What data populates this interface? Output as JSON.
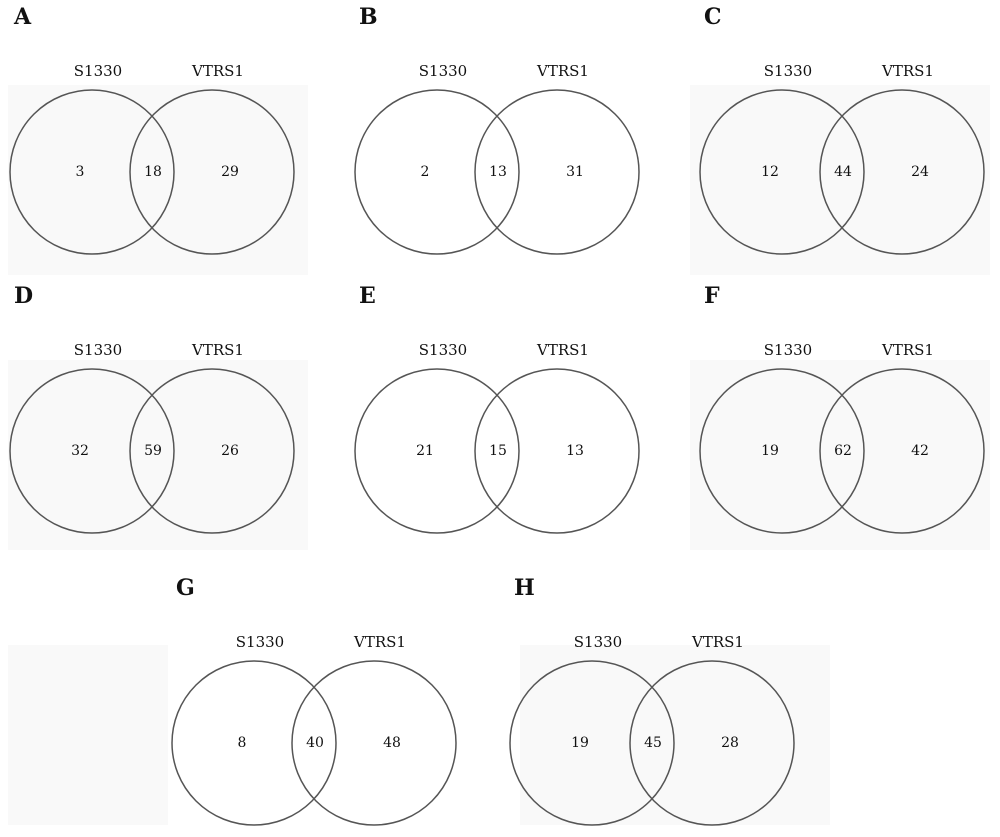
{
  "set_labels": {
    "left": "S1330",
    "right": "VTRS1"
  },
  "panels": [
    {
      "letter": "A",
      "left_only": "3",
      "overlap": "18",
      "right_only": "29"
    },
    {
      "letter": "B",
      "left_only": "2",
      "overlap": "13",
      "right_only": "31"
    },
    {
      "letter": "C",
      "left_only": "12",
      "overlap": "44",
      "right_only": "24"
    },
    {
      "letter": "D",
      "left_only": "32",
      "overlap": "59",
      "right_only": "26"
    },
    {
      "letter": "E",
      "left_only": "21",
      "overlap": "15",
      "right_only": "13"
    },
    {
      "letter": "F",
      "left_only": "19",
      "overlap": "62",
      "right_only": "42"
    },
    {
      "letter": "G",
      "left_only": "8",
      "overlap": "40",
      "right_only": "48"
    },
    {
      "letter": "H",
      "left_only": "19",
      "overlap": "45",
      "right_only": "28"
    }
  ],
  "colors": {
    "circle_stroke": "#555555",
    "text": "#111111"
  }
}
